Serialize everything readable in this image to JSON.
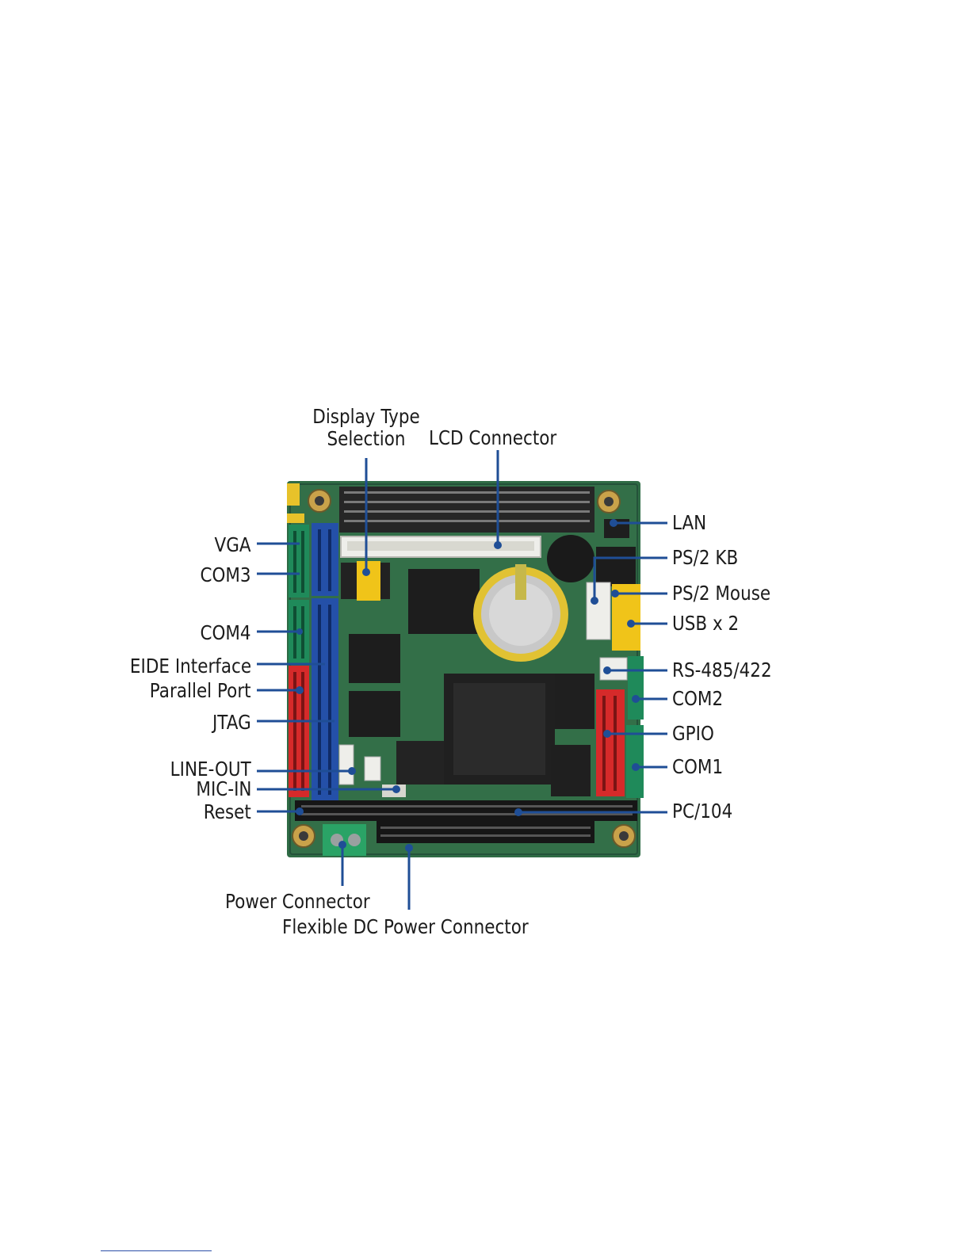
{
  "diagram": {
    "labels_left": [
      "VGA",
      "COM3",
      "COM4",
      "EIDE Interface",
      "Parallel Port",
      "JTAG",
      "LINE-OUT",
      "MIC-IN",
      "Reset"
    ],
    "labels_right": [
      "LAN",
      "PS/2 KB",
      "PS/2 Mouse",
      "USB x 2",
      "RS-485/422",
      "COM2",
      "GPIO",
      "COM1",
      "PC/104"
    ],
    "labels_top": {
      "display_type_line1": "Display Type",
      "display_type_line2": "Selection",
      "lcd_connector": "LCD Connector"
    },
    "labels_bottom": {
      "power_connector": "Power Connector",
      "flexible_dc": "Flexible DC Power Connector"
    },
    "colors": {
      "pcb": "#2f6b45",
      "leader": "#1f4e96",
      "connector_blue": "#2450a8",
      "connector_red": "#d62a2a",
      "connector_green": "#1f8a5a",
      "connector_yellow": "#f0c419"
    }
  }
}
